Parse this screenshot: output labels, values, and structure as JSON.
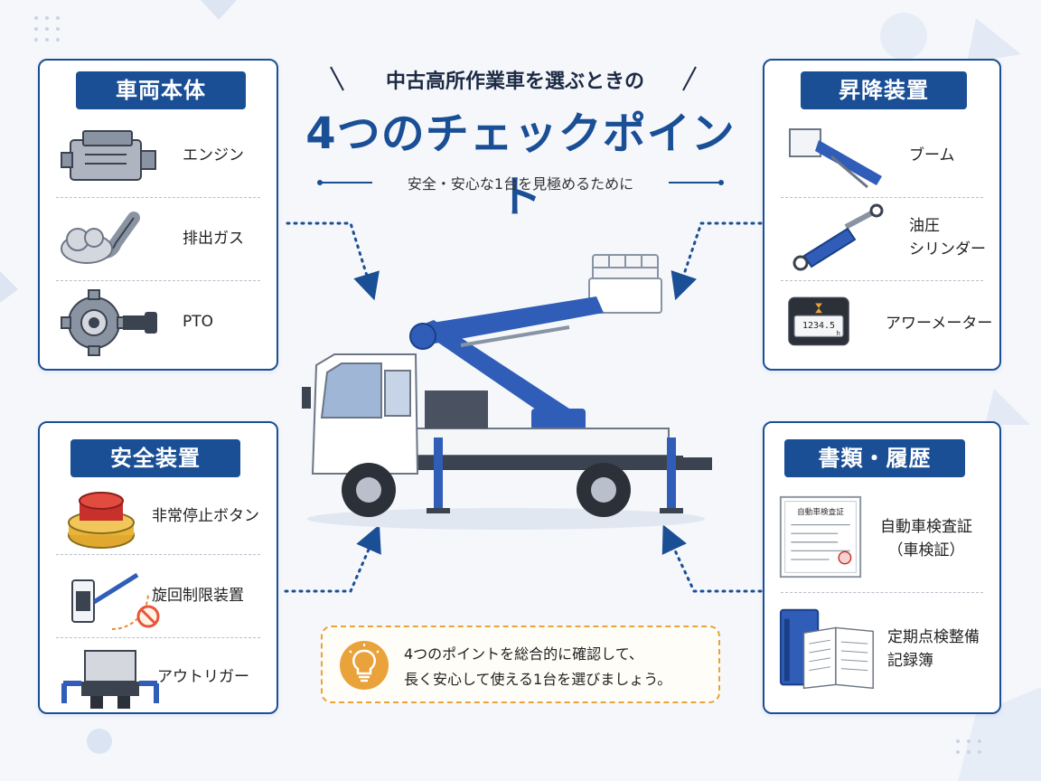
{
  "header": {
    "kicker": "中古高所作業車を選ぶときの",
    "title": "4つのチェックポイント",
    "subtitle": "安全・安心な1台を見極めるために"
  },
  "panels": {
    "body": {
      "title": "車両本体",
      "items": [
        {
          "label": "エンジン",
          "icon": "engine-icon"
        },
        {
          "label": "排出ガス",
          "icon": "exhaust-icon"
        },
        {
          "label": "PTO",
          "icon": "pto-gear-icon"
        }
      ]
    },
    "lift": {
      "title": "昇降装置",
      "items": [
        {
          "label": "ブーム",
          "icon": "boom-icon"
        },
        {
          "label": "油圧\nシリンダー",
          "icon": "hydraulic-cylinder-icon"
        },
        {
          "label": "アワーメーター",
          "icon": "hour-meter-icon",
          "meter_value": "1234.5",
          "meter_unit": "h"
        }
      ]
    },
    "safety": {
      "title": "安全装置",
      "items": [
        {
          "label": "非常停止ボタン",
          "icon": "emergency-stop-icon"
        },
        {
          "label": "旋回制限装置",
          "icon": "swing-limit-icon"
        },
        {
          "label": "アウトリガー",
          "icon": "outrigger-icon"
        }
      ]
    },
    "docs": {
      "title": "書類・履歴",
      "items": [
        {
          "label": "自動車検査証\n（車検証）",
          "icon": "inspection-certificate-icon",
          "doc_heading": "自動車検査証"
        },
        {
          "label": "定期点検整備\n記録簿",
          "icon": "maintenance-record-icon"
        }
      ]
    }
  },
  "tip": {
    "text": "4つのポイントを総合的に確認して、\n長く安心して使える1台を選びましょう。",
    "icon": "lightbulb-icon"
  },
  "colors": {
    "primary": "#1a4f96",
    "accent": "#e9a33a",
    "background": "#f5f7fb"
  }
}
